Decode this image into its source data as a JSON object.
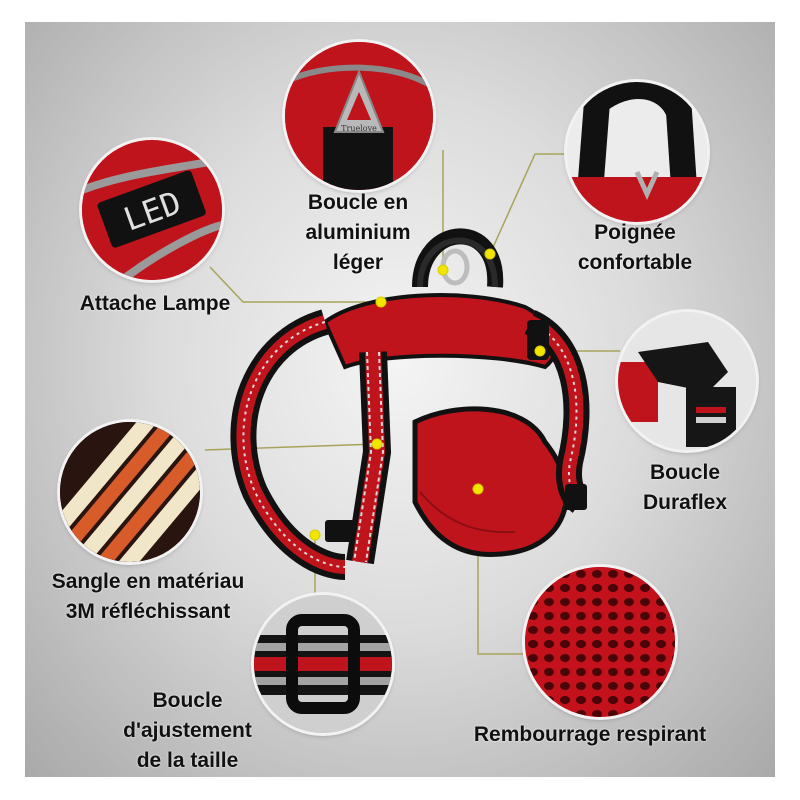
{
  "labels": {
    "buckle_aluminium": "Boucle en\naluminium\nléger",
    "handle": "Poignée\nconfortable",
    "lamp": "Attache Lampe",
    "duraflex": "Boucle\nDuraflex",
    "reflective": "Sangle en matériau\n3M réfléchissant",
    "waist_buckle": "Boucle\nd'ajustement\nde la taille",
    "padding": "Rembourrage respirant"
  },
  "brand_mark": "Truelove",
  "lamp_logo": "LED",
  "colors": {
    "harness_red": "#c0141c",
    "dark_red": "#7e0c10",
    "black": "#111111",
    "reflective": "#d9d9d9",
    "callout_line": "#a8a35a",
    "dot": "#f2e600"
  }
}
